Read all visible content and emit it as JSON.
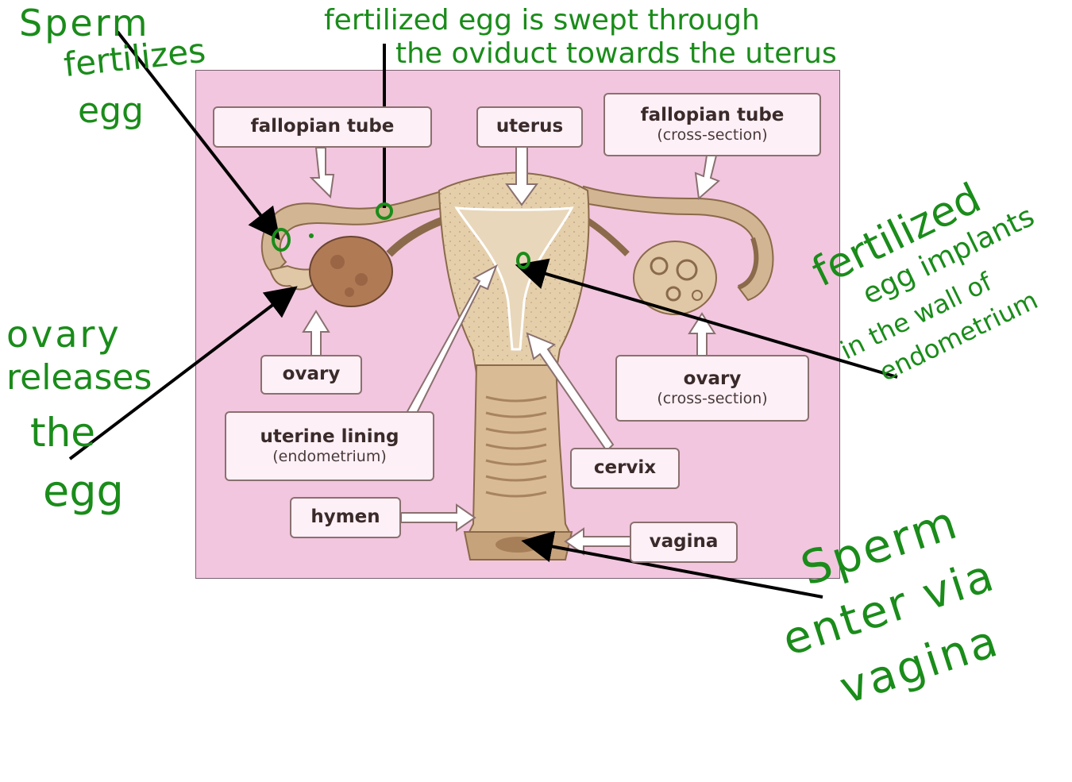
{
  "diagram": {
    "labels": {
      "fallopian_tube": "fallopian tube",
      "uterus": "uterus",
      "fallopian_tube_cs": "fallopian tube",
      "fallopian_tube_cs_sub": "(cross-section)",
      "ovary": "ovary",
      "ovary_cs": "ovary",
      "ovary_cs_sub": "(cross-section)",
      "uterine_lining": "uterine lining",
      "uterine_lining_sub": "(endometrium)",
      "cervix": "cervix",
      "hymen": "hymen",
      "vagina": "vagina"
    }
  },
  "annotations": {
    "sperm_fertilizes": [
      "Sperm",
      "fertilizes",
      "egg"
    ],
    "swept_line1": "fertilized egg is swept through",
    "swept_line2": "the oviduct towards the uterus",
    "ovary_releases": [
      "ovary",
      "releases",
      "the",
      "egg"
    ],
    "implants": [
      "fertilized",
      "egg implants",
      "in the wall of",
      "endometrium"
    ],
    "sperm_enter": [
      "Sperm",
      "enter via",
      "vagina"
    ],
    "ink_color": "#1a8c1a"
  }
}
